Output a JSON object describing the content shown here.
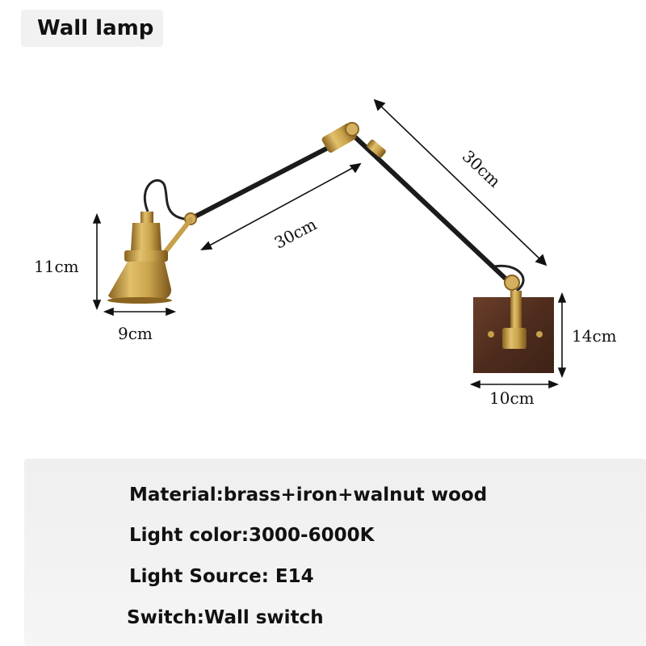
{
  "title": "Wall lamp",
  "dimensions": {
    "shade_height": "11cm",
    "shade_width": "9cm",
    "arm_lower": "30cm",
    "arm_upper": "30cm",
    "base_height": "14cm",
    "base_width": "10cm"
  },
  "specs": {
    "material": "Material:brass+iron+walnut wood",
    "light_color": "Light color:3000-6000K",
    "light_source": "Light Source: E14",
    "switch": "Switch:Wall switch"
  },
  "colors": {
    "brass": "#c6a04a",
    "walnut": "#5a3322",
    "arm": "#1b1b1b",
    "panel": "#f1f1f1"
  }
}
